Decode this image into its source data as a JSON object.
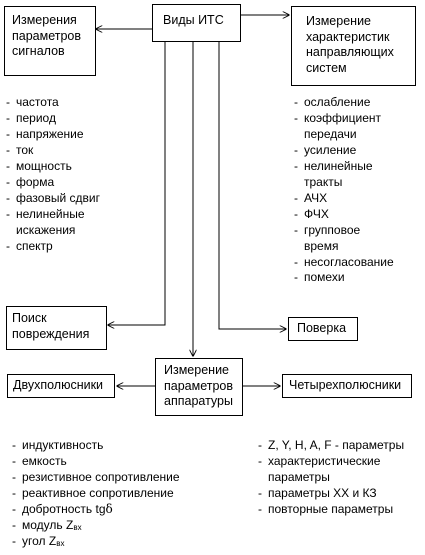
{
  "boxes": {
    "types_its": "Виды ИТС",
    "signal_params": "Измерения\nпараметров\nсигналов",
    "line_characteristics": "Измерение\nхарактеристик\nнаправляющих\nсистем",
    "fault_search": "Поиск\nповреждения",
    "verification": "Поверка",
    "equipment_params": "Измерение\nпараметров\nаппаратуры",
    "two_terminal": "Двухполюсники",
    "four_terminal": "Четырехполюсники"
  },
  "lists": {
    "signal_params": [
      "частота",
      "период",
      "напряжение",
      "ток",
      "мощность",
      "форма",
      "фазовый сдвиг",
      "нелинейные\nискажения",
      "спектр"
    ],
    "line_characteristics": [
      "ослабление",
      "коэффициент\nпередачи",
      "усиление",
      "нелинейные\nтракты",
      "АЧХ",
      "ФЧХ",
      "групповое\nвремя",
      "несогласование",
      "помехи"
    ],
    "two_terminal": [
      "индуктивность",
      "емкость",
      "резистивное сопротивление",
      "реактивное сопротивление"
    ],
    "two_terminal_special": {
      "q_factor": "добротность tg",
      "delta": "δ",
      "module": "модуль Z",
      "angle": "угол Z",
      "sub": "вх"
    },
    "four_terminal": [
      "Z, Y, H, A, F - параметры",
      "характеристические\nпараметры",
      "параметры ХХ и  КЗ",
      "повторные параметры"
    ]
  }
}
